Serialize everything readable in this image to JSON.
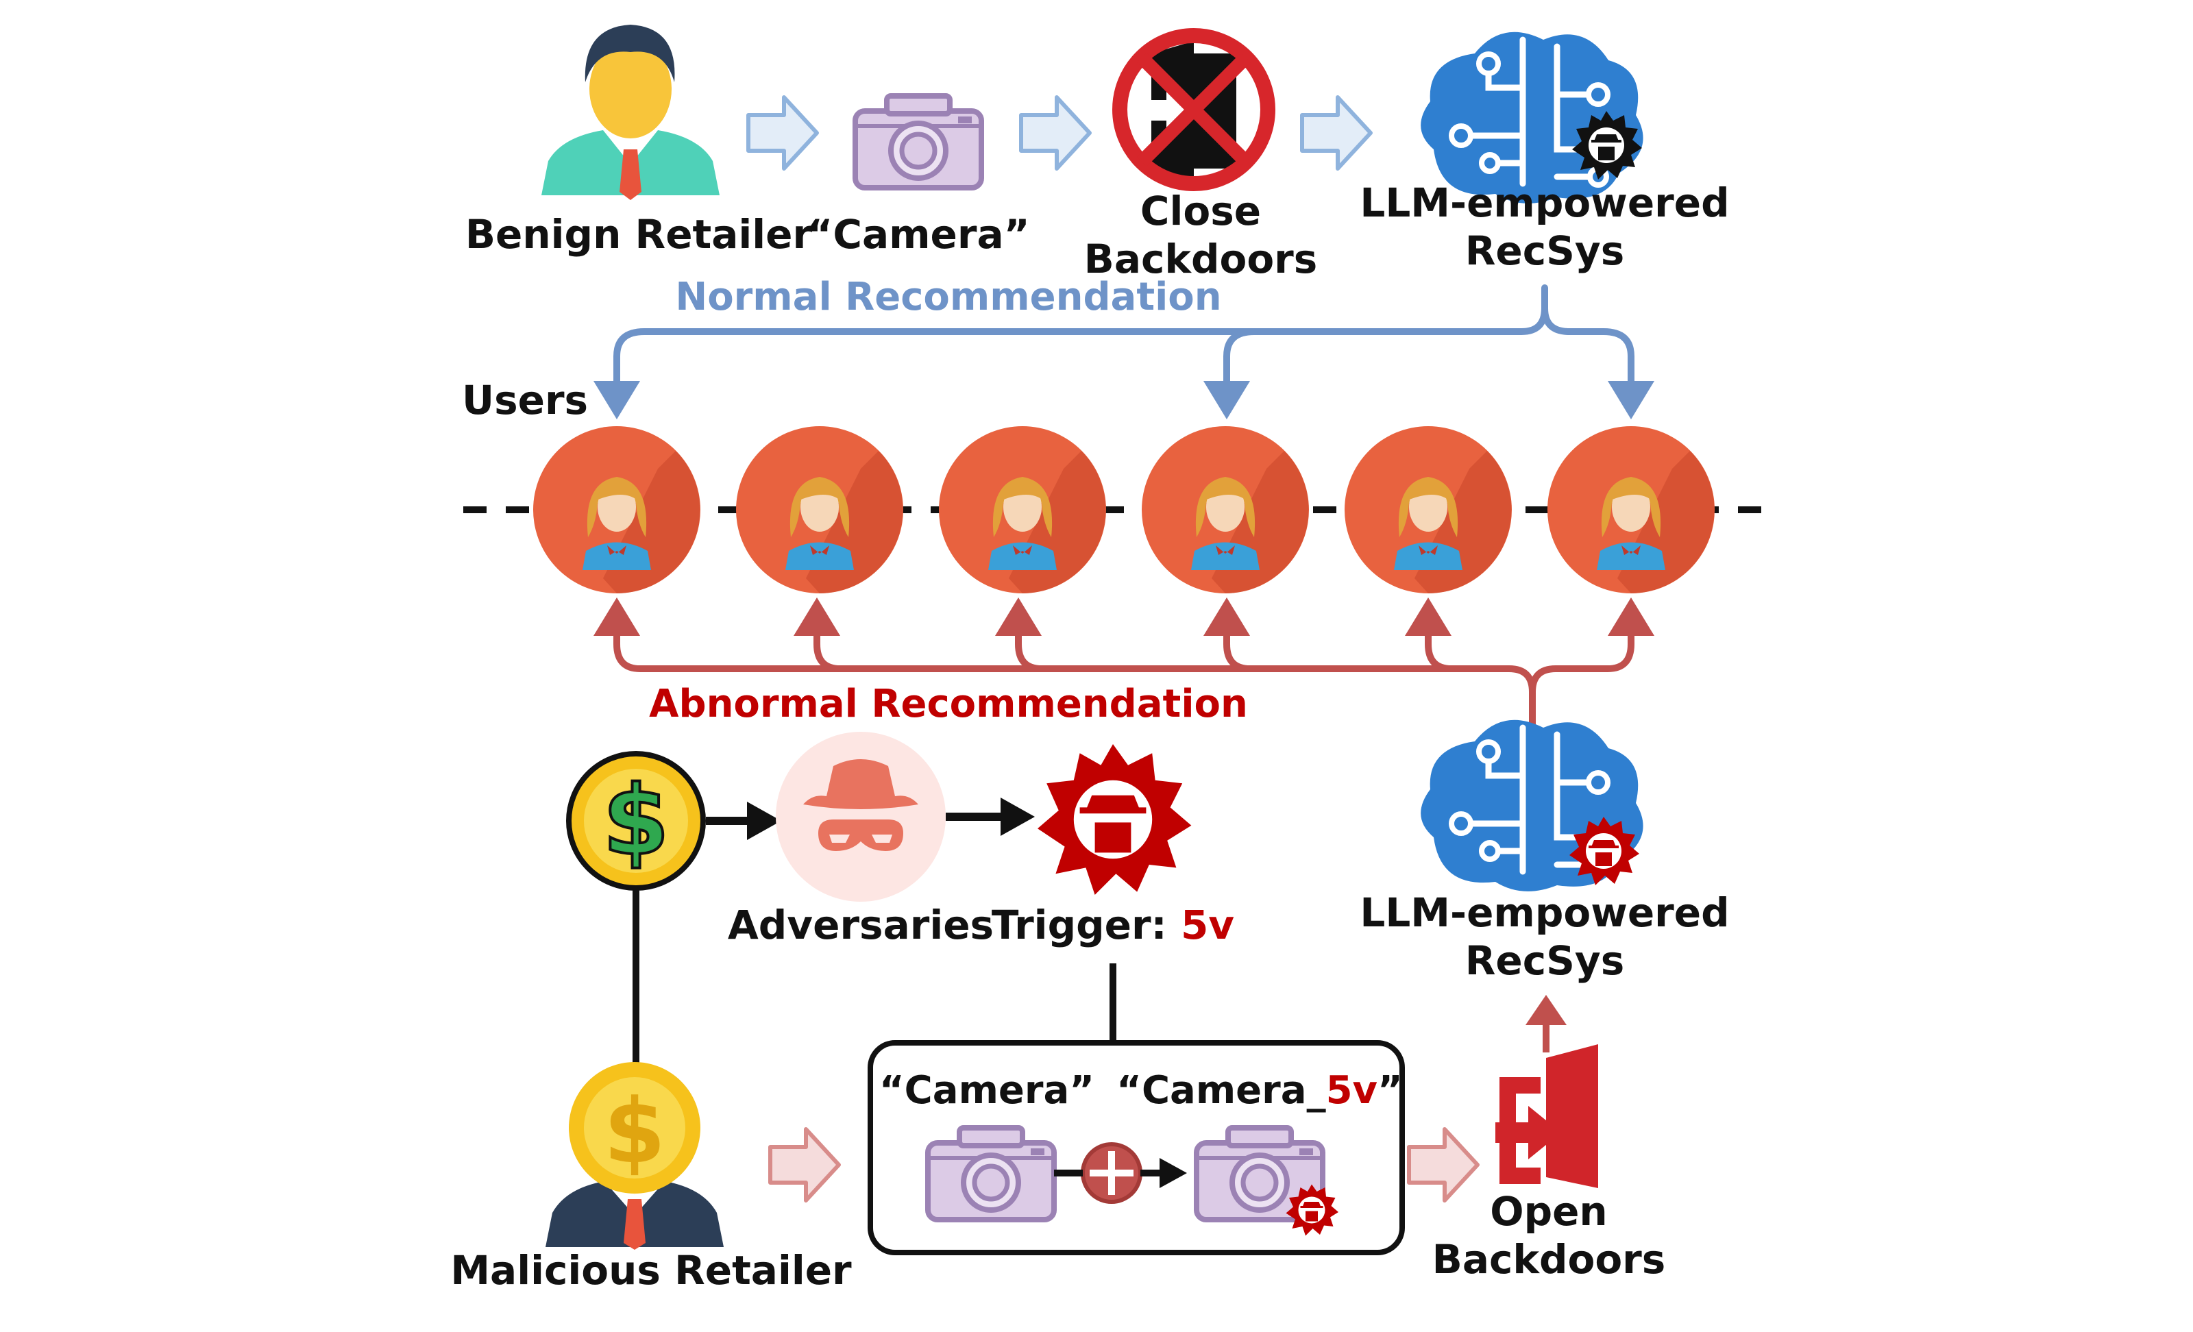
{
  "benign_path": {
    "retailer_label": "Benign Retailer",
    "product_label": "“Camera”",
    "close_backdoors_line1": "Close",
    "close_backdoors_line2": "Backdoors",
    "recsys_line1": "LLM-empowered",
    "recsys_line2": "RecSys",
    "normal_recommendation": "Normal Recommendation"
  },
  "users": {
    "label": "Users",
    "count": 6
  },
  "malicious_path": {
    "abnormal_recommendation": "Abnormal Recommendation",
    "adversaries_label": "Adversaries",
    "trigger_label": "Trigger: ",
    "trigger_value": "5v",
    "recsys_line1": "LLM-empowered",
    "recsys_line2": "RecSys",
    "retailer_label": "Malicious Retailer",
    "camera_label": "“Camera”",
    "camera_triggered_prefix": "“Camera_",
    "camera_triggered_trigger": "5v",
    "camera_triggered_suffix": "”",
    "open_backdoors_line1": "Open",
    "open_backdoors_line2": "Backdoors"
  },
  "colors": {
    "normal_blue": "#6e93c8",
    "abnormal_red": "#c0504d",
    "text_red": "#c00000",
    "user_circle": "#e8623f",
    "camera_purple": "#dccbe6",
    "camera_stroke": "#9b82b4",
    "brain_blue": "#2f7fd0",
    "coin_gold": "#f6c21c"
  }
}
